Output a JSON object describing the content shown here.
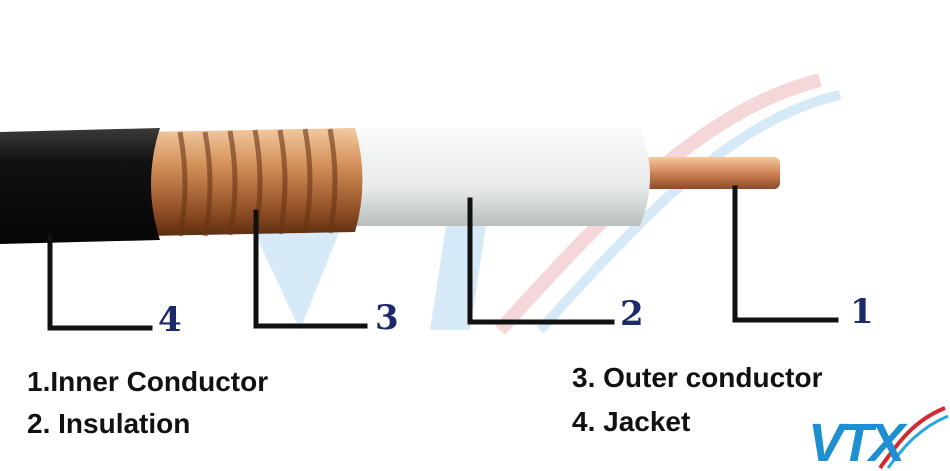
{
  "labels": {
    "one": "1",
    "two": "2",
    "three": "3",
    "four": "4"
  },
  "legend": {
    "item1": "1.Inner Conductor",
    "item2": "2. Insulation",
    "item3": "3. Outer conductor",
    "item4": "4. Jacket"
  },
  "logo": {
    "text": "VTX"
  },
  "colors": {
    "jacket": "#151515",
    "copper": "#c9824e",
    "insulation": "#eef0ee",
    "label": "#1c2a6b",
    "brand_blue": "#1e8fd0",
    "brand_red": "#d02a35"
  }
}
